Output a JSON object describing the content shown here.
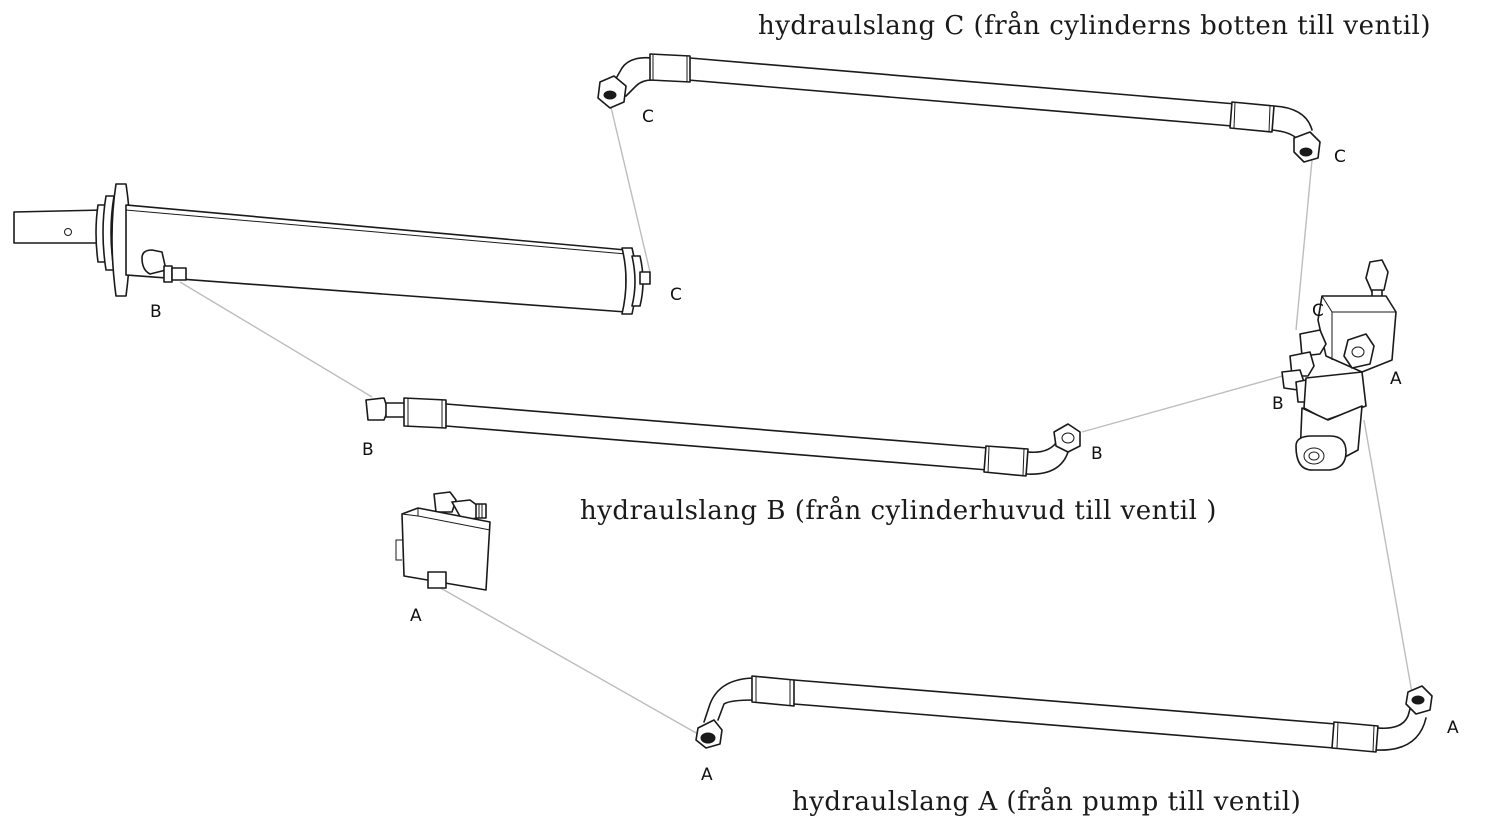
{
  "captions": {
    "hose_c": "hydraulslang C (från cylinderns botten till ventil)",
    "hose_b": "hydraulslang B (från cylinderhuvud till ventil )",
    "hose_a": "hydraulslang A (från pump till ventil)"
  },
  "ports": {
    "c": "C",
    "b": "B",
    "a": "A"
  }
}
